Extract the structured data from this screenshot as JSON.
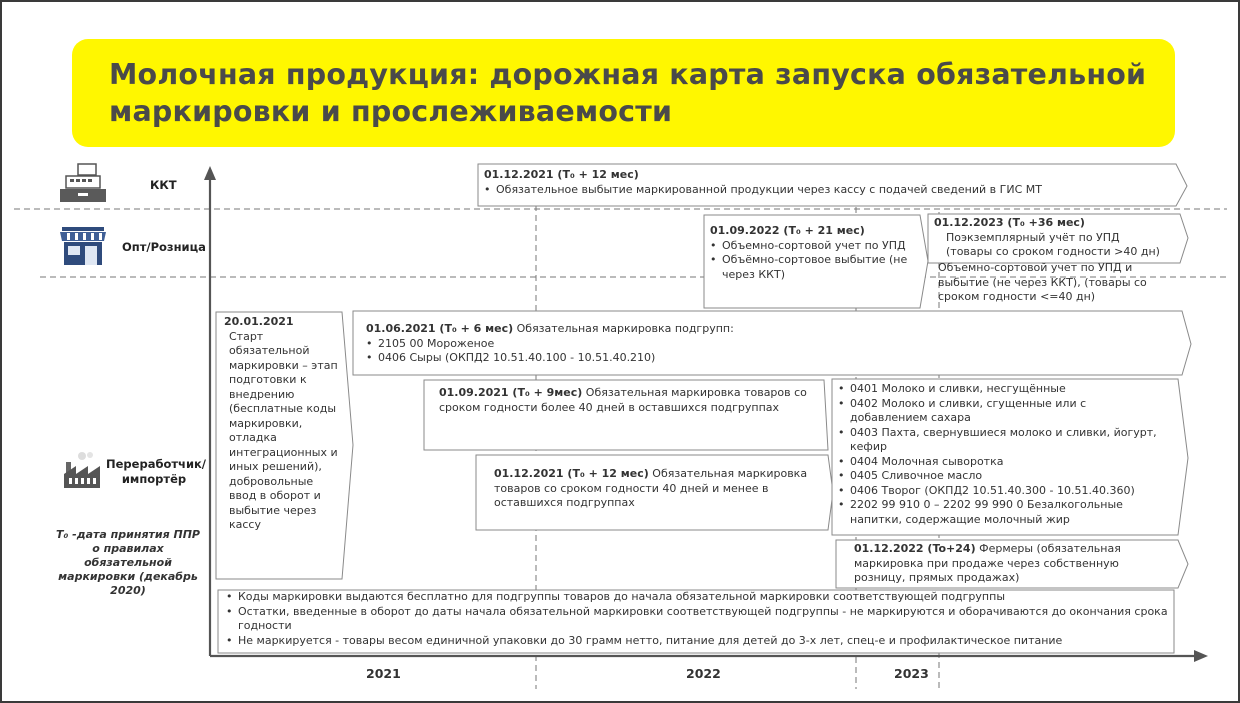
{
  "title": "Молочная продукция: дорожная карта запуска обязательной маркировки и прослеживаемости",
  "lanes": {
    "kkt": "ККТ",
    "opt": "Опт/Розница",
    "proc": "Переработчик/ импортёр"
  },
  "note": "T₀ -дата принятия ППР о правилах обязательной маркировки (декабрь 2020)",
  "years": [
    "2021",
    "2022",
    "2023"
  ],
  "kkt_box": {
    "head": "01.12.2021 (T₀ + 12 мес)",
    "items": [
      "Обязательное выбытие маркированной продукции через кассу с подачей сведений в ГИС МТ"
    ]
  },
  "opt_box1": {
    "head": "01.09.2022 (T₀ + 21 мес)",
    "items": [
      "Объемно-сортовой учет по УПД",
      "Объёмно-сортовое выбытие (не через ККТ)"
    ]
  },
  "opt_box2": {
    "head": "01.12.2023 (T₀ +36 мес)",
    "line1": "Поэкземплярный учёт по УПД",
    "line2": "(товары со сроком годности >40 дн)",
    "line3": "Объемно-сортовой учет по УПД и выбытие (не через ККТ), (товары со сроком годности <=40 дн)"
  },
  "start_box": {
    "head": "20.01.2021",
    "body": "Старт обязательной маркировки – этап подготовки к внедрению (бесплатные коды маркировки, отладка интеграционных и иных решений), добровольные ввод в оборот и выбытие через кассу"
  },
  "box_june": {
    "head": "01.06.2021 (T₀ + 6 мес)",
    "text": "Обязательная маркировка подгрупп:",
    "items": [
      "2105 00 Мороженое",
      "0406 Сыры (ОКПД2 10.51.40.100 - 10.51.40.210)"
    ]
  },
  "box_sep": {
    "head": "01.09.2021 (T₀ + 9мес)",
    "text": "Обязательная маркировка товаров со сроком годности более 40 дней в оставшихся подгруппах"
  },
  "box_dec": {
    "head": "01.12.2021 (T₀ + 12 мес)",
    "text": "Обязательная маркировка товаров со сроком годности 40 дней и менее в оставшихся подгруппах"
  },
  "groups": [
    "0401 Молоко и сливки, несгущённые",
    "0402 Молоко и сливки, сгущенные или с добавлением сахара",
    "0403 Пахта, свернувшиеся молоко и сливки, йогурт, кефир",
    "0404 Молочная сыворотка",
    "0405 Сливочное масло",
    "0406 Творог (ОКПД2 10.51.40.300 - 10.51.40.360)",
    "2202 99 910 0 – 2202 99 990 0 Безалкогольные напитки, содержащие молочный жир"
  ],
  "farmers": {
    "head": "01.12.2022 (To+24)",
    "text": "Фермеры (обязательная маркировка при продаже через собственную розницу, прямых продажах)"
  },
  "bottom": [
    "Коды маркировки выдаются бесплатно для подгруппы товаров до начала обязательной маркировки соответствующей подгруппы",
    "Остатки, введенные в оборот до даты начала обязательной маркировки соответствующей подгруппы - не маркируются и оборачиваются до окончания срока годности",
    "Не маркируется - товары весом единичной упаковки до 30 грамм нетто, питание для детей до 3-х лет, спец-е и профилактическое питание"
  ],
  "colors": {
    "title_bg": "#fff700",
    "text": "#333333",
    "frame": "#3a3a3a"
  }
}
